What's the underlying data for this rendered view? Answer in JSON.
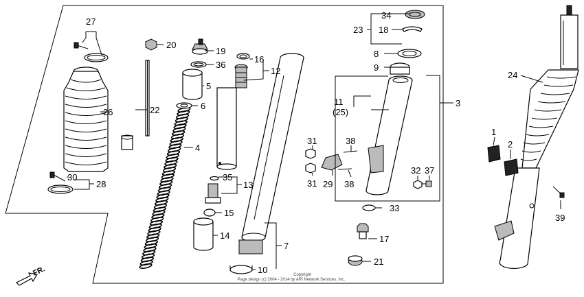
{
  "labels": {
    "p1": "1",
    "p2": "2",
    "p3": "3",
    "p4": "4",
    "p5": "5",
    "p6": "6",
    "p7": "7",
    "p8": "8",
    "p9": "9",
    "p10": "10",
    "p11": "11",
    "p11b": "(25)",
    "p12": "12",
    "p13": "13",
    "p14": "14",
    "p15": "15",
    "p16": "16",
    "p17": "17",
    "p18": "18",
    "p19": "19",
    "p20": "20",
    "p21": "21",
    "p22": "22",
    "p23": "23",
    "p24": "24",
    "p26": "26",
    "p27": "27",
    "p28": "28",
    "p29": "29",
    "p30": "30",
    "p31a": "31",
    "p31b": "31",
    "p32": "32",
    "p33": "33",
    "p34": "34",
    "p35": "35",
    "p36": "36",
    "p37": "37",
    "p38a": "38",
    "p38b": "38",
    "p39": "39"
  },
  "copyright": {
    "line1": "Copyright",
    "line2": "Page design (c) 2004 - 2014 by ARI Network Services, Inc."
  },
  "direction": {
    "label": "FR."
  }
}
